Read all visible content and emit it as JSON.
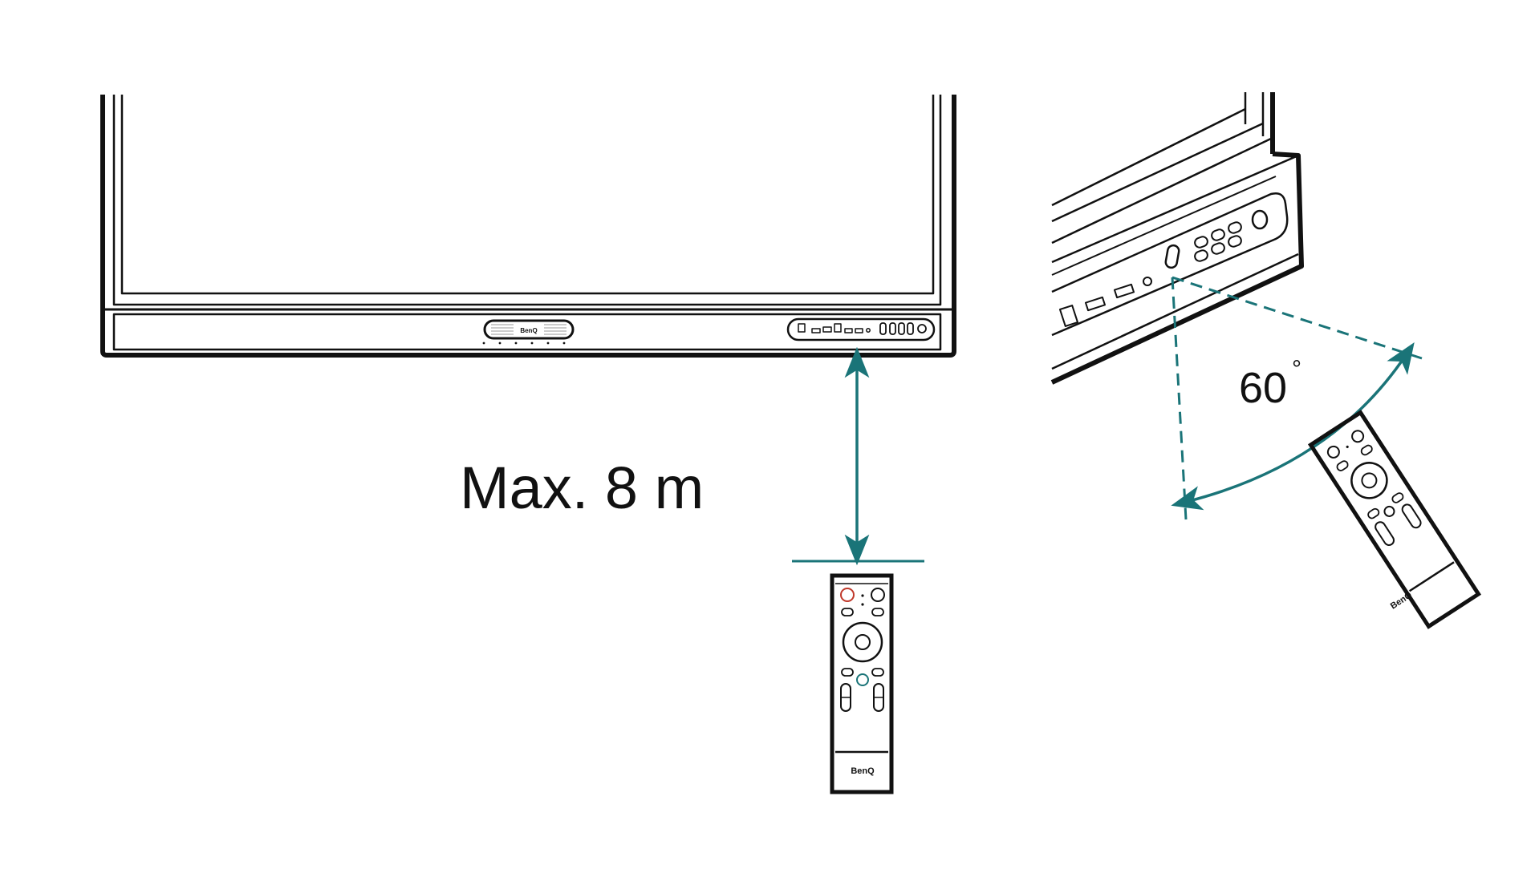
{
  "distance_label": "Max. 8 m",
  "angle_label": "60",
  "angle_unit": "°",
  "brand_text": "BenQ",
  "colors": {
    "accent": "#1a7478",
    "line": "#111111",
    "background": "#ffffff"
  },
  "icons": {
    "front_display": "interactive-display-front",
    "side_display": "interactive-display-side",
    "remote_front": "remote-control",
    "remote_angled": "remote-control-angled"
  }
}
